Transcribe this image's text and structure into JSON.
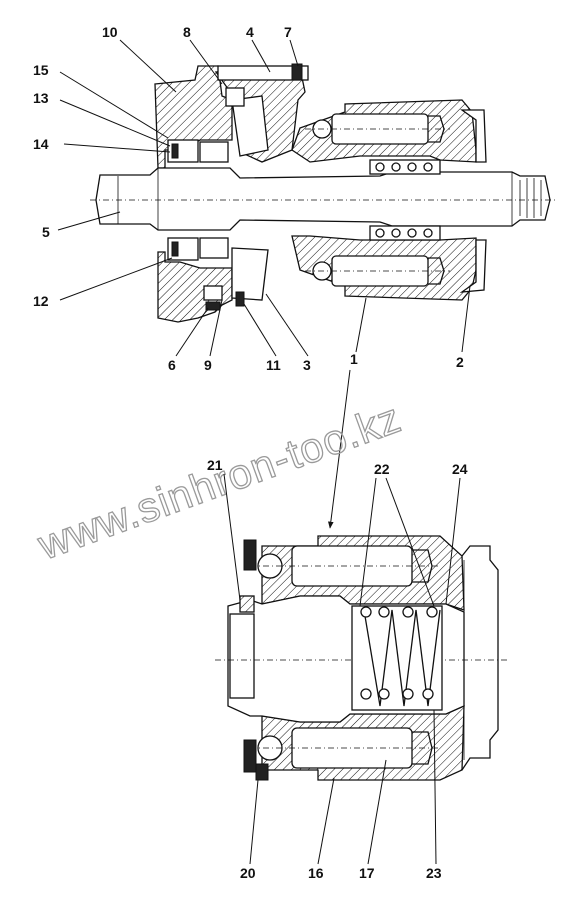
{
  "watermark": "www.sinhron-too.kz",
  "callouts": {
    "c1": "1",
    "c2": "2",
    "c3": "3",
    "c4": "4",
    "c5": "5",
    "c6": "6",
    "c7": "7",
    "c8": "8",
    "c9": "9",
    "c10": "10",
    "c11": "11",
    "c12": "12",
    "c13": "13",
    "c14": "14",
    "c15": "15",
    "c16": "16",
    "c17": "17",
    "c20": "20",
    "c21": "21",
    "c22": "22",
    "c23": "23",
    "c24": "24"
  }
}
